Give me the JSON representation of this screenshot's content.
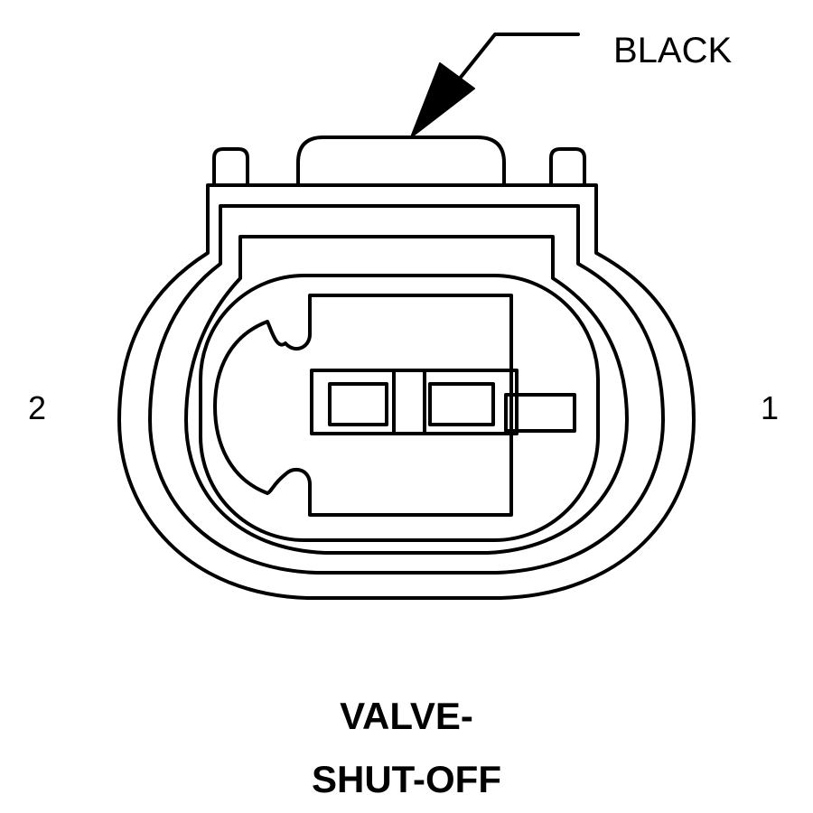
{
  "diagram": {
    "wire_color_label": "BLACK",
    "pins": {
      "left": "2",
      "right": "1"
    },
    "title": {
      "line1": "VALVE-",
      "line2": "SHUT-OFF"
    },
    "colors": {
      "line": "#000000",
      "background": "#ffffff"
    }
  }
}
